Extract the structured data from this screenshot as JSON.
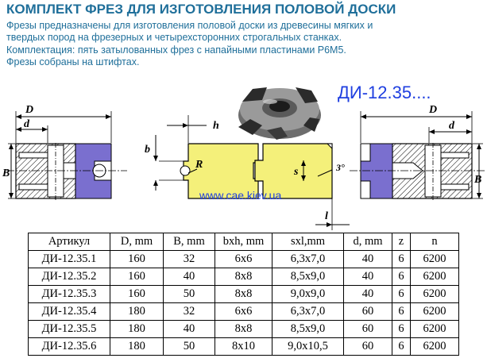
{
  "title": "КОМПЛЕКТ ФРЕЗ ДЛЯ ИЗГОТОВЛЕНИЯ ПОЛОВОЙ ДОСКИ",
  "description": [
    "Фрезы предназначены для изготовления половой доски из древесины мягких и твердых пород на фрезерных и четырехсторонних строгальных станках.",
    "Комплектация: пять затылованных фрез с напайными пластинами Р6М5.",
    "Фрезы собраны на штифтах."
  ],
  "model": "ДИ-12.35....",
  "website": "www.cae.kiev.ua",
  "drawing_labels": {
    "D_left": "D",
    "d_left": "d",
    "B_left": "B",
    "h": "h",
    "b": "b",
    "R": "R",
    "s": "s",
    "angle": "3°",
    "l": "l",
    "D_right": "D",
    "d_right": "d",
    "B_right": "B"
  },
  "colors": {
    "heading": "#1f6f9a",
    "model": "#1f3fe0",
    "board": "#f4f07a",
    "cutter_body": "#7a6fcf"
  },
  "table": {
    "headers": [
      "Артикул",
      "D, mm",
      "B, mm",
      "bxh, mm",
      "sxl,mm",
      "d, mm",
      "z",
      "n"
    ],
    "rows": [
      [
        "ДИ-12.35.1",
        "160",
        "32",
        "6x6",
        "6,3x7,0",
        "40",
        "6",
        "6200"
      ],
      [
        "ДИ-12.35.2",
        "160",
        "40",
        "8x8",
        "8,5x9,0",
        "40",
        "6",
        "6200"
      ],
      [
        "ДИ-12.35.3",
        "160",
        "50",
        "8x8",
        "9,0x9,0",
        "40",
        "6",
        "6200"
      ],
      [
        "ДИ-12.35.4",
        "180",
        "32",
        "6x6",
        "6,3x7,0",
        "60",
        "6",
        "6200"
      ],
      [
        "ДИ-12.35.5",
        "180",
        "40",
        "8x8",
        "8,5x9,0",
        "60",
        "6",
        "6200"
      ],
      [
        "ДИ-12.35.6",
        "180",
        "50",
        "8x10",
        "9,0x10,5",
        "60",
        "6",
        "6200"
      ]
    ]
  }
}
